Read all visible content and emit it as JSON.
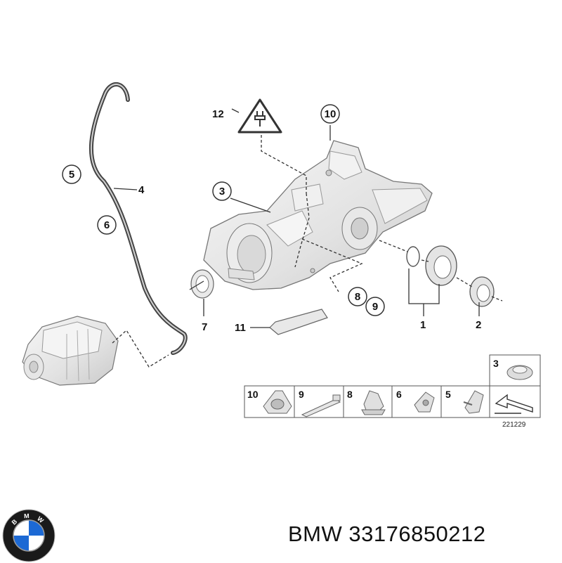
{
  "callouts": {
    "c1": "1",
    "c2": "2",
    "c3": "3",
    "c4": "4",
    "c5": "5",
    "c6": "6",
    "c7": "7",
    "c8": "8",
    "c9": "9",
    "c10": "10",
    "c11": "11",
    "c12": "12"
  },
  "parts_table": {
    "cells": [
      "10",
      "9",
      "8",
      "6",
      "5"
    ],
    "top_cell": "3"
  },
  "drawing_number": "221229",
  "brand_logo_letters": "BMW",
  "caption": "BMW 33176850212",
  "colors": {
    "line": "#333333",
    "part_fill": "#ebebeb",
    "logo_blue": "#1c69d4",
    "logo_ring": "#1a1a1a"
  }
}
